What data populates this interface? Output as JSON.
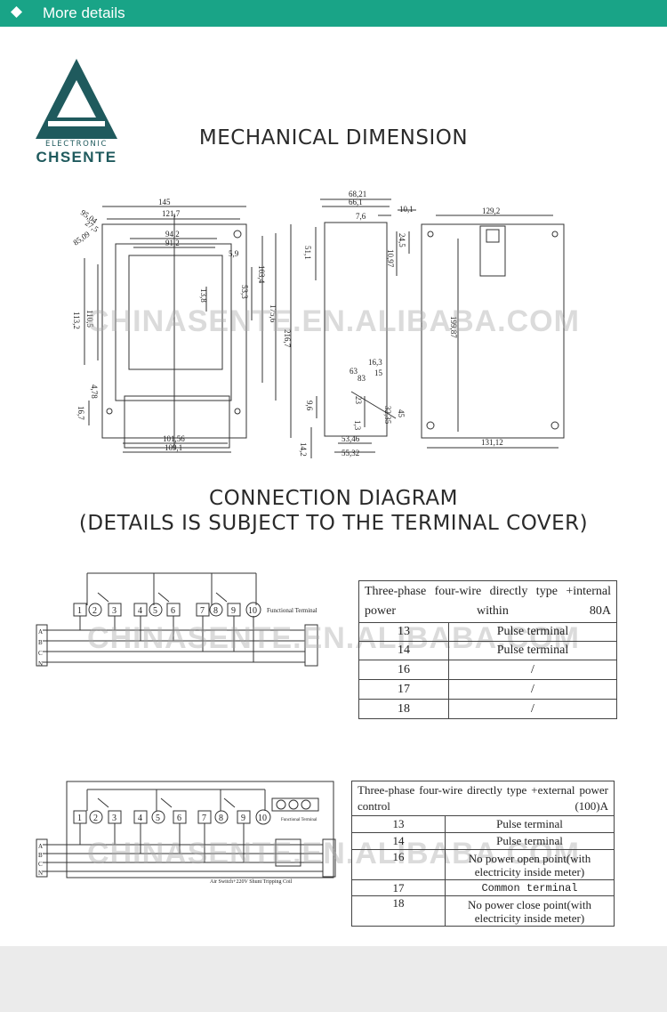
{
  "topbar": {
    "label": "More details",
    "bg": "#19a487",
    "icon": "diamond-icon"
  },
  "logo": {
    "small": "ELECTRONIC",
    "brand": "CHSENTE",
    "color": "#1f5a5d"
  },
  "section1": {
    "title": "MECHANICAL DIMENSION"
  },
  "section2": {
    "title_line1": "CONNECTION DIAGRAM",
    "title_line2": "(DETAILS IS SUBJECT TO THE TERMINAL COVER)"
  },
  "watermark": "CHINASENTE.EN.ALIBABA.COM",
  "dimensions": {
    "front": [
      "145",
      "121,7",
      "95,04",
      "27,5",
      "85,09",
      "94,2",
      "91,2",
      "5,9",
      "103,4",
      "53,3",
      "13,8",
      "175,6",
      "216,7",
      "113,2",
      "110,5",
      "4,78",
      "16,7",
      "101,56",
      "109,1"
    ],
    "side": [
      "68,21",
      "66,1",
      "7,6",
      "10,1",
      "24,5",
      "51,1",
      "10,97",
      "16,3",
      "15",
      "63",
      "23",
      "83",
      "32,35",
      "45",
      "9,6",
      "1,3",
      "14,2",
      "53,46",
      "55,32"
    ],
    "back": [
      "129,2",
      "199,87",
      "131,12"
    ]
  },
  "diagram1": {
    "terminals": [
      "1",
      "2",
      "3",
      "4",
      "5",
      "6",
      "7",
      "8",
      "9",
      "10"
    ],
    "lines": [
      "A",
      "B",
      "C",
      "N"
    ],
    "caption": "Functional Terminal"
  },
  "diagram2": {
    "terminals": [
      "1",
      "2",
      "3",
      "4",
      "5",
      "6",
      "7",
      "8",
      "9",
      "10"
    ],
    "lines": [
      "A",
      "B",
      "C",
      "N"
    ],
    "caption": "Functional Terminal",
    "switch": "Air Switch+220V Shunt Tripping Coil"
  },
  "table1": {
    "header": "Three-phase four-wire directly type +internal power within 80A",
    "rows": [
      [
        "13",
        "Pulse terminal"
      ],
      [
        "14",
        "Pulse terminal"
      ],
      [
        "16",
        "/"
      ],
      [
        "17",
        "/"
      ],
      [
        "18",
        "/"
      ]
    ]
  },
  "table2": {
    "header": "Three-phase four-wire directly type +external power control (100)A",
    "rows": [
      [
        "13",
        "Pulse terminal"
      ],
      [
        "14",
        "Pulse terminal"
      ],
      [
        "16",
        "No power open point(with electricity inside meter)"
      ],
      [
        "17",
        "Common terminal"
      ],
      [
        "18",
        "No power close point(with electricity inside meter)"
      ]
    ]
  }
}
